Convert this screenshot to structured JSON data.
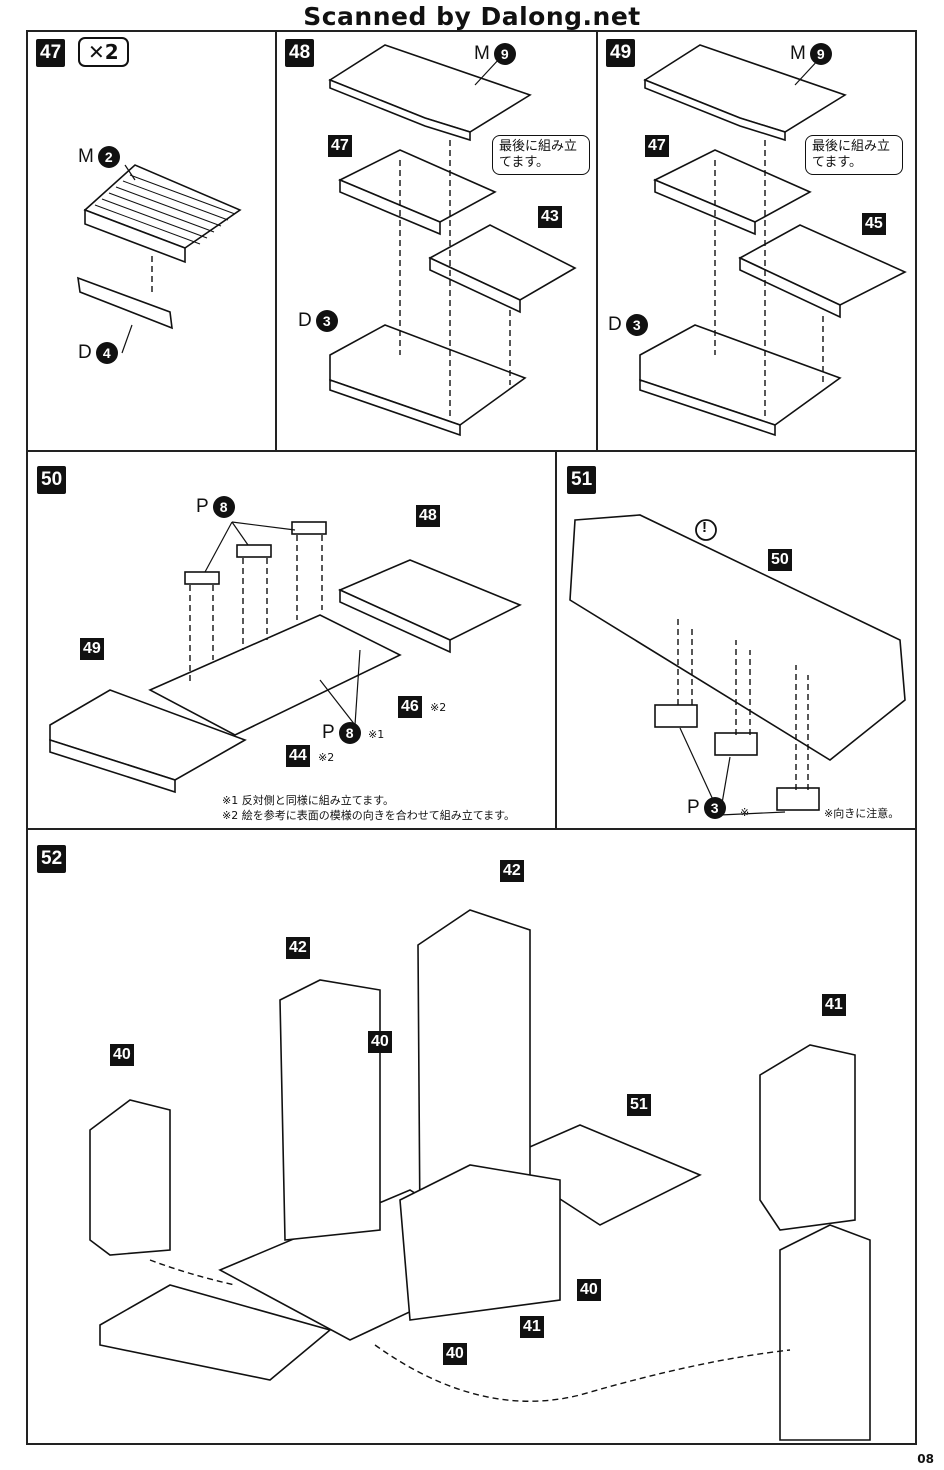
{
  "banner": "Scanned by Dalong.net",
  "page_number": "08",
  "steps": {
    "s47": {
      "num": "47",
      "multiplier": "✕2",
      "top_part": {
        "letter": "M",
        "num": "2"
      },
      "bottom_part": {
        "letter": "D",
        "num": "4"
      }
    },
    "s48": {
      "num": "48",
      "top_part": {
        "letter": "M",
        "num": "9"
      },
      "bubble": "最後に組み立てます。",
      "ref_a": "47",
      "ref_b": "43",
      "base_part": {
        "letter": "D",
        "num": "3"
      }
    },
    "s49": {
      "num": "49",
      "top_part": {
        "letter": "M",
        "num": "9"
      },
      "bubble": "最後に組み立てます。",
      "ref_a": "47",
      "ref_b": "45",
      "base_part": {
        "letter": "D",
        "num": "3"
      }
    },
    "s50": {
      "num": "50",
      "ref_left": "49",
      "ref_right": "48",
      "ref_46": "46",
      "ref_44": "44",
      "note_mark2": "※2",
      "note_mark1": "※1",
      "part_top": {
        "letter": "P",
        "num": "8"
      },
      "part_bottom": {
        "letter": "P",
        "num": "8"
      },
      "note1": "※1 反対側と同様に組み立てます。",
      "note2": "※2 絵を参考に表面の模様の向きを合わせて組み立てます。"
    },
    "s51": {
      "num": "51",
      "ref": "50",
      "part": {
        "letter": "P",
        "num": "3"
      },
      "mark": "※",
      "caution": "!",
      "note": "※向きに注意。"
    },
    "s52": {
      "num": "52",
      "refs": [
        "42",
        "42",
        "40",
        "40",
        "51",
        "41",
        "40",
        "41",
        "40"
      ]
    }
  },
  "colors": {
    "ink": "#111111",
    "paper": "#ffffff"
  }
}
